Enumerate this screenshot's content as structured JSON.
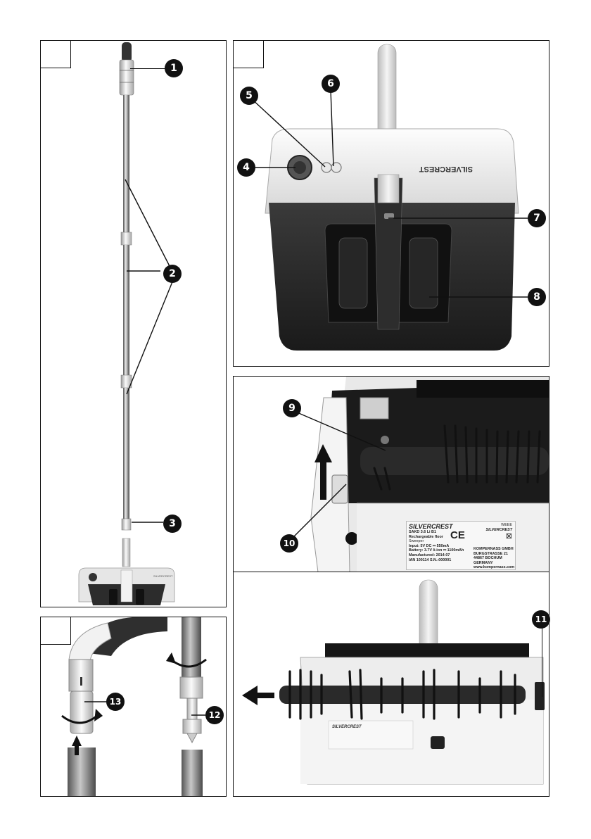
{
  "figure_labels": {
    "n1": "1",
    "n2": "2",
    "n3": "3",
    "n4": "4",
    "n5": "5",
    "n6": "6",
    "n7": "7",
    "n8": "8",
    "n9": "9",
    "n10": "10",
    "n11": "11",
    "n12": "12",
    "n13": "13"
  },
  "brand": "SILVERCREST",
  "rating_label": {
    "brand": "SILVERCREST",
    "model": "SAKD 3.6 Li B1",
    "line2": "Rechargeable floor",
    "line3": "Sweeper",
    "input": "Input: 5V DC ⎓ 550mA",
    "battery": "Battery: 3.7V li-ion ⎓ 1100mAh",
    "manufactured": "Manufactured: 2014-07",
    "ian": "IAN 100114  S.N.:000001",
    "weee": "WEEE",
    "weee_brand": "SILVERCREST",
    "company": "KOMPERNASS GMBH",
    "street": "BURGSTRASSE 21",
    "city": "44867 BOCHUM",
    "country": "GERMANY",
    "web": "www.kompernass.com",
    "ce": "CE"
  }
}
